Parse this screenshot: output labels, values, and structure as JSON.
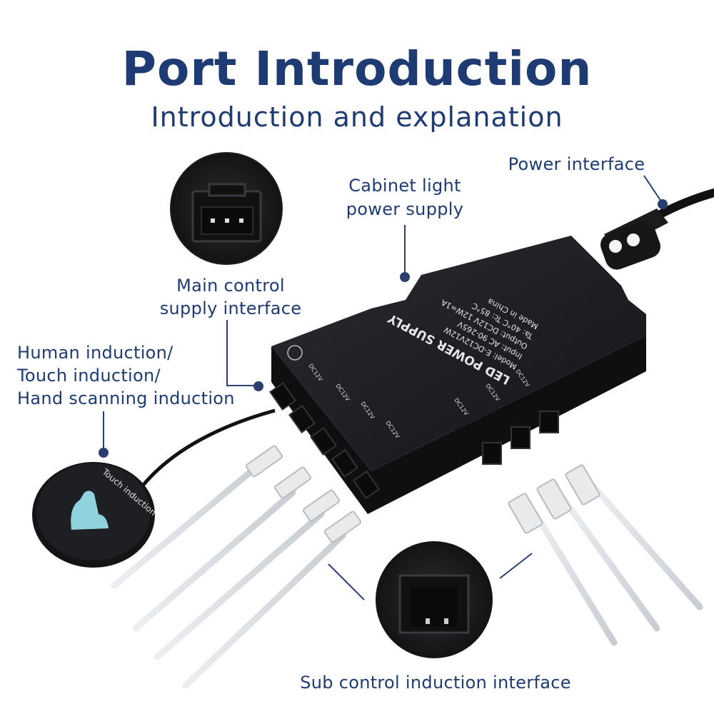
{
  "header": {
    "title": "Port Introduction",
    "subtitle": "Introduction and explanation"
  },
  "labels": {
    "power_interface": "Power interface",
    "cabinet_light_line1": "Cabinet light",
    "cabinet_light_line2": "power supply",
    "main_control_line1": "Main control",
    "main_control_line2": "supply interface",
    "human_line1": "Human induction/",
    "human_line2": "Touch induction/",
    "human_line3": "Hand scanning induction",
    "sub_control": "Sub control induction interface"
  },
  "device_print": {
    "brand": "LED POWER SUPPLY",
    "model": "Model: E-DC12V12W",
    "input": "Input: AC 90-265V",
    "output": "Output: DC12V 12W=1A",
    "ta": "Ta: 40°C   Tc: 85°C",
    "made_in": "Made in China",
    "port_label": "DC12V"
  },
  "sensor_print": {
    "text": "Touch induction"
  },
  "colors": {
    "title": "#1f3b73",
    "label": "#1f3b73",
    "callout_line": "#2a3f6e",
    "device": "#1b1c20"
  }
}
